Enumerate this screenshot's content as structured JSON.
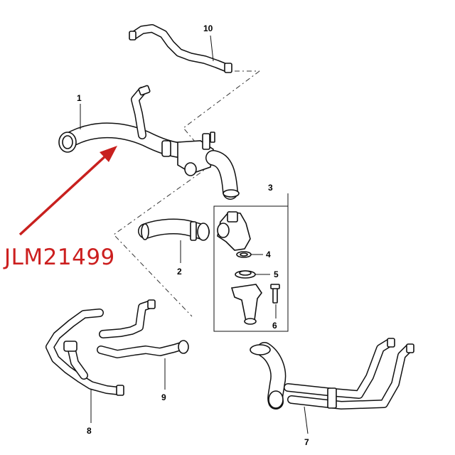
{
  "diagram": {
    "part_number": "JLM21499",
    "callouts": {
      "c1": "1",
      "c2": "2",
      "c3": "3",
      "c4": "4",
      "c5": "5",
      "c6": "6",
      "c7": "7",
      "c8": "8",
      "c9": "9",
      "c10": "10"
    },
    "colors": {
      "line": "#111111",
      "highlight": "#cc1f1f"
    }
  }
}
